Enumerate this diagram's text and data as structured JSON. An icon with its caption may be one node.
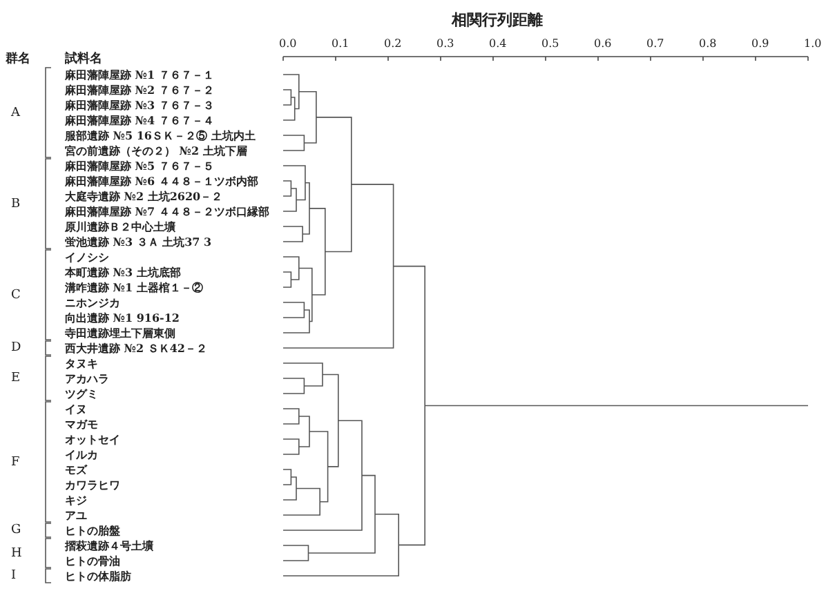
{
  "diagram": {
    "labels": [
      "相関行列距離",
      "0.0",
      "0.1",
      "0.2",
      "0.3",
      "0.4",
      "0.5",
      "0.6",
      "0.7",
      "0.8",
      "0.9",
      "1.0",
      "群名",
      "試料名",
      "A",
      "麻田藩陣屋跡 №1 ７６７－１",
      "麻田藩陣屋跡 №2 ７６７－２",
      "麻田藩陣屋跡 №3 ７６７－３",
      "麻田藩陣屋跡 №4 ７６７－４",
      "服部遺跡 №5 16ＳＫ－２⑤ 土坑内土",
      "宮の前遺跡（その２） №2 土坑下層",
      "B",
      "麻田藩陣屋跡 №5 ７６７－５",
      "麻田藩陣屋跡 №6 ４４８－１ツボ内部",
      "大庭寺遺跡 №2 土坑2620－２",
      "麻田藩陣屋跡 №7 ４４８－２ツボ口縁部",
      "原川遺跡Ｂ２中心土壙",
      "蛍池遺跡 №3 ３Ａ 土坑37 3",
      "C",
      "イノシシ",
      "本町遺跡 №3 土坑底部",
      "溝咋遺跡 №1 土器棺１－②",
      "ニホンジカ",
      "向出遺跡 №1 916-12",
      "寺田遺跡埋土下層東側",
      "D",
      "西大井遺跡 №2 ＳＫ42－２",
      "E",
      "タヌキ",
      "アカハラ",
      "ツグミ",
      "F",
      "イヌ",
      "マガモ",
      "オットセイ",
      "イルカ",
      "モズ",
      "カワラヒワ",
      "キジ",
      "アユ",
      "G",
      "ヒトの胎盤",
      "H",
      "摺萩遺跡４号土壙",
      "ヒトの骨油",
      "I",
      "ヒトの体脂肪"
    ]
  }
}
